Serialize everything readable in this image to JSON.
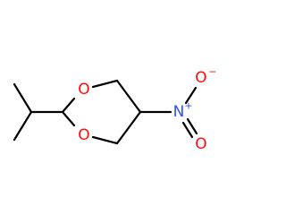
{
  "atoms": [
    {
      "id": "O1",
      "label": "O",
      "color": "#ff0d0d"
    },
    {
      "id": "O3",
      "label": "O",
      "color": "#ff0d0d"
    },
    {
      "id": "N5",
      "label": "N",
      "color": "#3050f8"
    },
    {
      "id": "N5plus",
      "label": "+",
      "color": "#3050f8"
    },
    {
      "id": "O6",
      "label": "O",
      "color": "#ff0d0d"
    },
    {
      "id": "O6minus",
      "label": "−",
      "color": "#ff0d0d"
    },
    {
      "id": "O7",
      "label": "O",
      "color": "#ff0d0d"
    }
  ],
  "bond_color": "#000000"
}
